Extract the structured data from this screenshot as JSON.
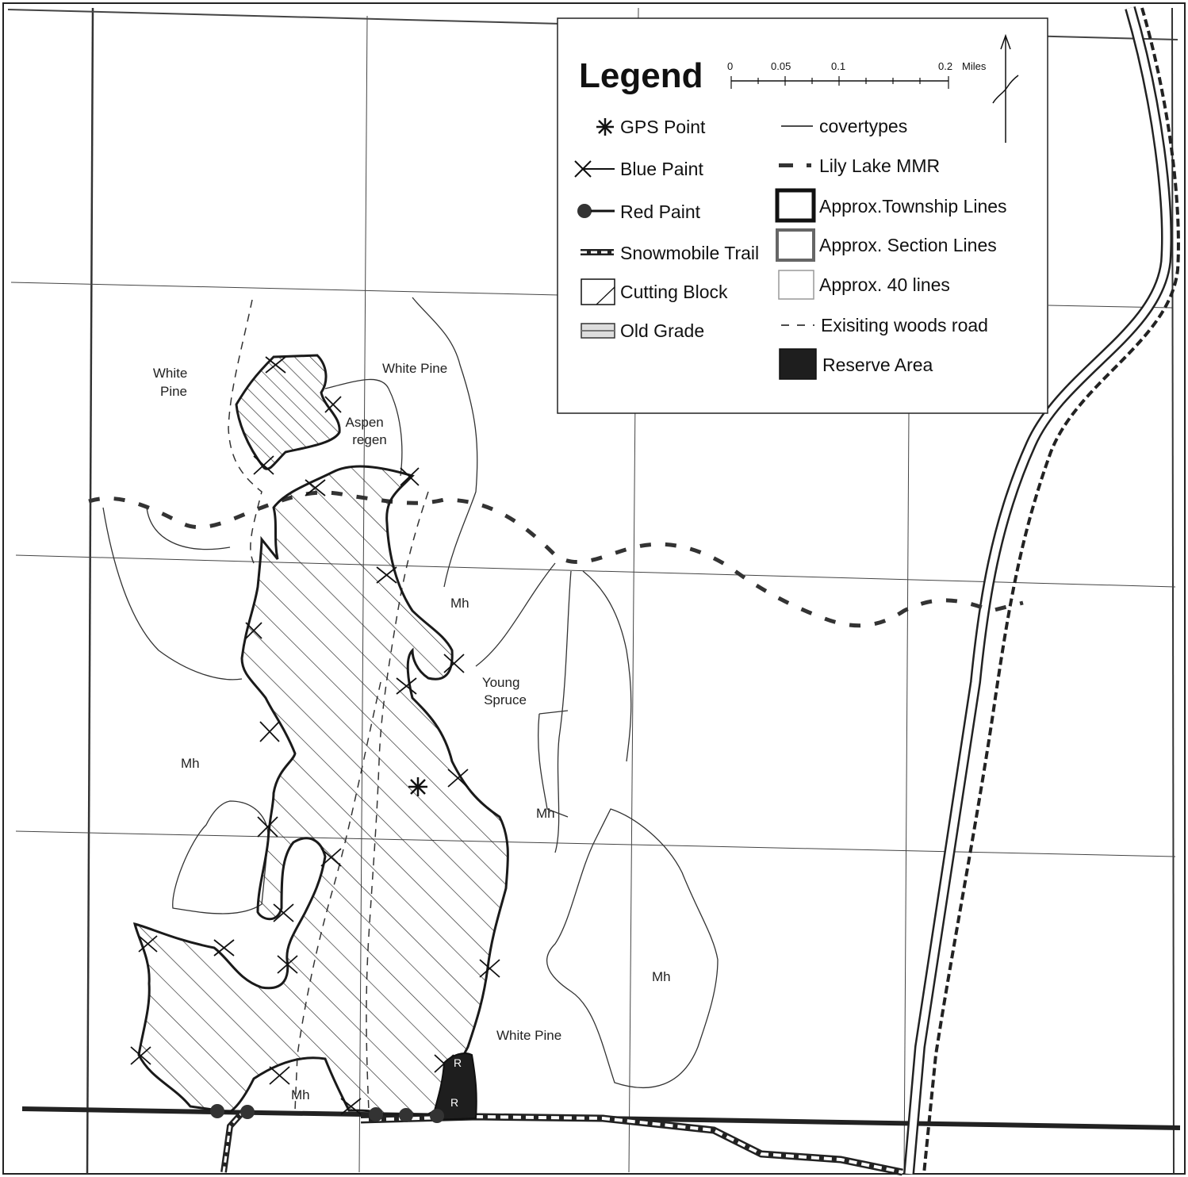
{
  "map": {
    "labels": {
      "white_pine_nw": [
        "White",
        "Pine"
      ],
      "white_pine_n": "White Pine",
      "aspen_regen": [
        "Aspen",
        "regen"
      ],
      "mh_center": "Mh",
      "young_spruce": [
        "Young",
        "Spruce"
      ],
      "mh_west": "Mh",
      "mh_mid": "Mh",
      "mh_east": "Mh",
      "white_pine_s": "White Pine",
      "mh_south": "Mh",
      "reserve_mark": "R"
    }
  },
  "legend": {
    "title": "Legend",
    "scale": {
      "ticks": [
        "0",
        "0.05",
        "0.1",
        "0.2"
      ],
      "unit": "Miles"
    },
    "items_left": [
      {
        "label": "GPS Point",
        "icon": "gps-point-icon"
      },
      {
        "label": "Blue Paint",
        "icon": "blue-paint-icon"
      },
      {
        "label": "Red Paint",
        "icon": "red-paint-icon"
      },
      {
        "label": "Snowmobile Trail",
        "icon": "snowmobile-trail-icon"
      },
      {
        "label": "Cutting Block",
        "icon": "cutting-block-icon"
      },
      {
        "label": "Old Grade",
        "icon": "old-grade-icon"
      }
    ],
    "items_right": [
      {
        "label": "covertypes",
        "icon": "covertype-line-icon"
      },
      {
        "label": "Lily Lake MMR",
        "icon": "lily-lake-mmr-icon"
      },
      {
        "label": "Approx.Township Lines",
        "icon": "township-line-icon"
      },
      {
        "label": "Approx. Section Lines",
        "icon": "section-line-icon"
      },
      {
        "label": "Approx. 40 lines",
        "icon": "forty-line-icon"
      },
      {
        "label": "Exisiting woods road",
        "icon": "woods-road-icon"
      },
      {
        "label": "Reserve Area",
        "icon": "reserve-area-icon"
      }
    ]
  },
  "colors": {
    "line": "#1a1a1a",
    "grid": "#555555",
    "reserve": "#1e1e1e"
  }
}
